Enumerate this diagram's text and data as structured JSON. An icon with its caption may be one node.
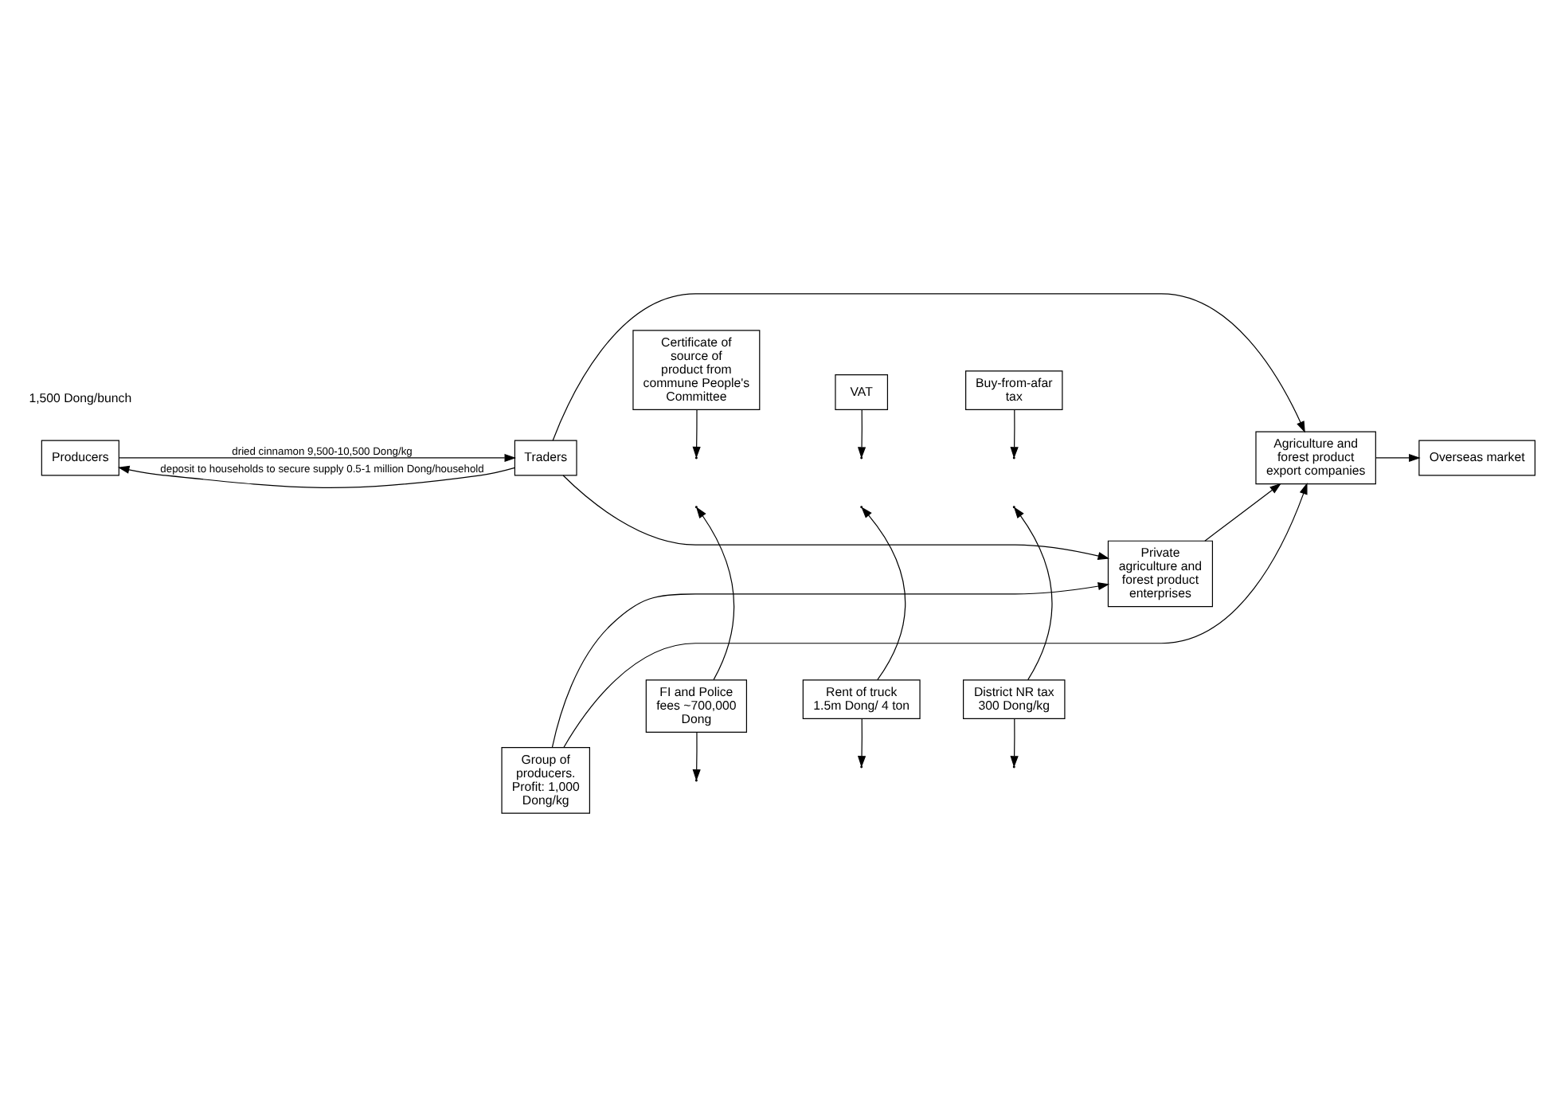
{
  "diagram": {
    "nodes": [
      {
        "text": [
          "Producers"
        ]
      },
      {
        "text": [
          "Traders"
        ]
      },
      {
        "text": [
          "Certificate of source of product from commune People's Committee"
        ]
      },
      {
        "text": [
          "VAT"
        ]
      },
      {
        "text": [
          "Buy-from-afar tax"
        ]
      },
      {
        "text": [
          "Agriculture and forest product export companies"
        ]
      },
      {
        "text": [
          "Overseas market"
        ]
      },
      {
        "text": [
          "Rent of truck 1.5m Dong/ 4 ton"
        ]
      },
      {
        "text": [
          "District NR tax 300 Dong/kg"
        ]
      },
      {
        "text": [
          "FI and Police fees ~700,000 Dong"
        ]
      },
      {
        "text": [
          "Group of producers. Profit: 1,000 Dong/kg"
        ]
      },
      {
        "text": [
          "Private agriculture and forest product enterprises"
        ]
      }
    ],
    "edges": [
      {
        "from": 0,
        "to": 1,
        "arrow": "to",
        "label": "dried cinnamon 9,500-10,500 Dong/kg"
      },
      {
        "from": 1,
        "to": 0,
        "arrow": "to",
        "label": "deposit to households to secure supply 0.5-1 million Dong/household"
      },
      {
        "from": 1,
        "to": 5,
        "arrow": "to"
      },
      {
        "from": 1,
        "to": 11,
        "arrow": "to"
      },
      {
        "from": 10,
        "to": 5,
        "arrow": "to"
      },
      {
        "from": 10,
        "to": 11,
        "arrow": "to"
      },
      {
        "from": 11,
        "to": 5,
        "arrow": "to"
      },
      {
        "from": 5,
        "to": 6,
        "arrow": "to"
      },
      {
        "from": 2,
        "to": null,
        "arrow": "to"
      },
      {
        "from": 3,
        "to": null,
        "arrow": "to"
      },
      {
        "from": 4,
        "to": null,
        "arrow": "to"
      },
      {
        "from": 9,
        "to": null,
        "arrow": "to"
      },
      {
        "from": 9,
        "to": null,
        "arrow": "to"
      },
      {
        "from": 7,
        "to": null,
        "arrow": "to"
      },
      {
        "from": 7,
        "to": null,
        "arrow": "to"
      },
      {
        "from": 8,
        "to": null,
        "arrow": "to"
      },
      {
        "from": 8,
        "to": null,
        "arrow": "to"
      }
    ],
    "labels": [
      "1,500 Dong/bunch"
    ]
  }
}
